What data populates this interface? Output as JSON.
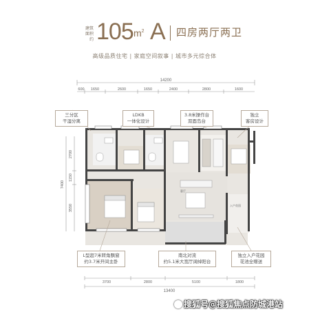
{
  "header": {
    "area_label_1": "建筑",
    "area_label_2": "面积",
    "area_label_3": "约",
    "area_number": "105",
    "area_unit": "m",
    "area_unit_sup": "2",
    "layout_code": "A",
    "layout_name": "四房两厅两卫",
    "tagline": "高级品质住宅 | 家庭空间叙事 | 城市多元综合体"
  },
  "dimensions": {
    "top_total": "14200",
    "top_segments": [
      "600",
      "1650",
      "2600",
      "1650",
      "2400",
      "2800",
      "1600"
    ],
    "left_total": "7400",
    "left_segments": [
      "2700",
      "1150",
      "3550"
    ],
    "bottom_segments": [
      "3700",
      "2800",
      "5100",
      "1800"
    ],
    "bottom_total": "13400"
  },
  "callouts": {
    "c1": [
      "三分区",
      "干湿分离"
    ],
    "c2": [
      "LDKB",
      "一体化设计"
    ],
    "c3": [
      "3.8米操作台",
      "双面岛台"
    ],
    "c4": [
      "独立",
      "客房设计"
    ],
    "c5": [
      "L型超7米转角飘窗",
      "约3.7米开间主卧"
    ],
    "c6": [
      "南北对流",
      "约5.1米大宽厅阔绰阳台"
    ],
    "c7": [
      "独立入户花园",
      "花池全赠送"
    ]
  },
  "rooms": {
    "living": "客厅",
    "entrance": "入户花园"
  },
  "watermark": "搜狐号@搜狐焦点防城港站"
}
